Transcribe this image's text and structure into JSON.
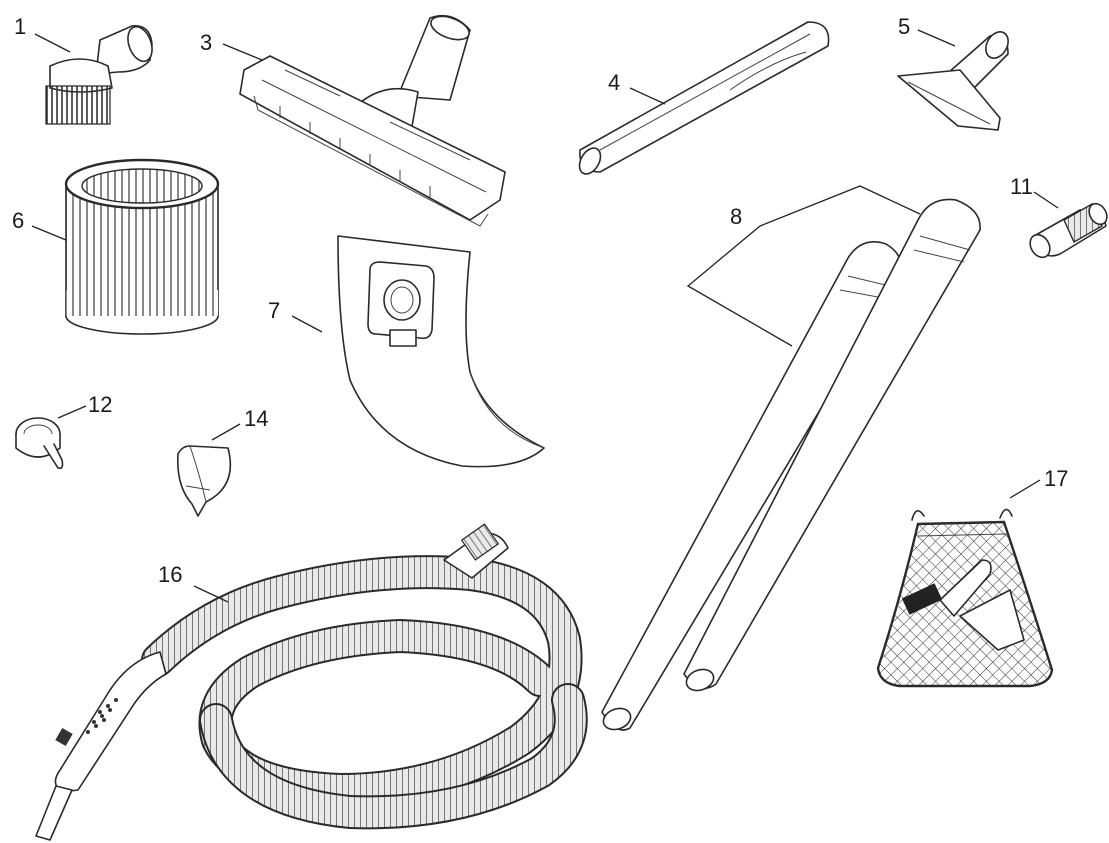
{
  "diagram": {
    "parts": [
      {
        "number": "1",
        "icon": "round-brush-nozzle-icon"
      },
      {
        "number": "3",
        "icon": "floor-nozzle-icon"
      },
      {
        "number": "4",
        "icon": "crevice-tool-icon"
      },
      {
        "number": "5",
        "icon": "upholstery-nozzle-icon"
      },
      {
        "number": "6",
        "icon": "cartridge-filter-icon"
      },
      {
        "number": "7",
        "icon": "filter-bag-icon"
      },
      {
        "number": "8",
        "icon": "extension-tubes-icon"
      },
      {
        "number": "11",
        "icon": "hose-adapter-icon"
      },
      {
        "number": "12",
        "icon": "hose-clamp-icon"
      },
      {
        "number": "14",
        "icon": "clip-icon"
      },
      {
        "number": "16",
        "icon": "suction-hose-icon"
      },
      {
        "number": "17",
        "icon": "accessory-net-bag-icon"
      }
    ]
  }
}
